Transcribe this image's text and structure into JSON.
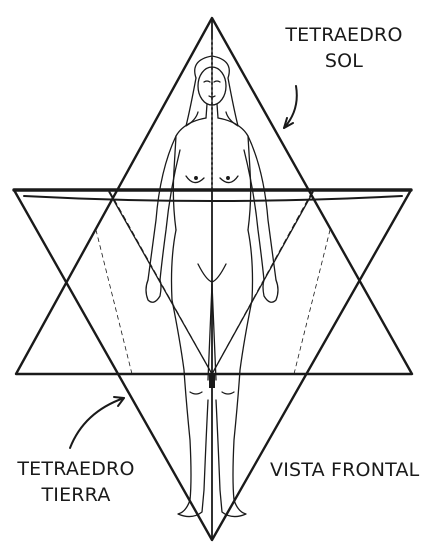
{
  "labels": {
    "sol_line1": "TETRAEDRO",
    "sol_line2": "SOL",
    "tierra_line1": "TETRAEDRO",
    "tierra_line2": "TIERRA",
    "vista": "VISTA FRONTAL"
  },
  "colors": {
    "background": "#ffffff",
    "ink": "#1a1a1a"
  }
}
